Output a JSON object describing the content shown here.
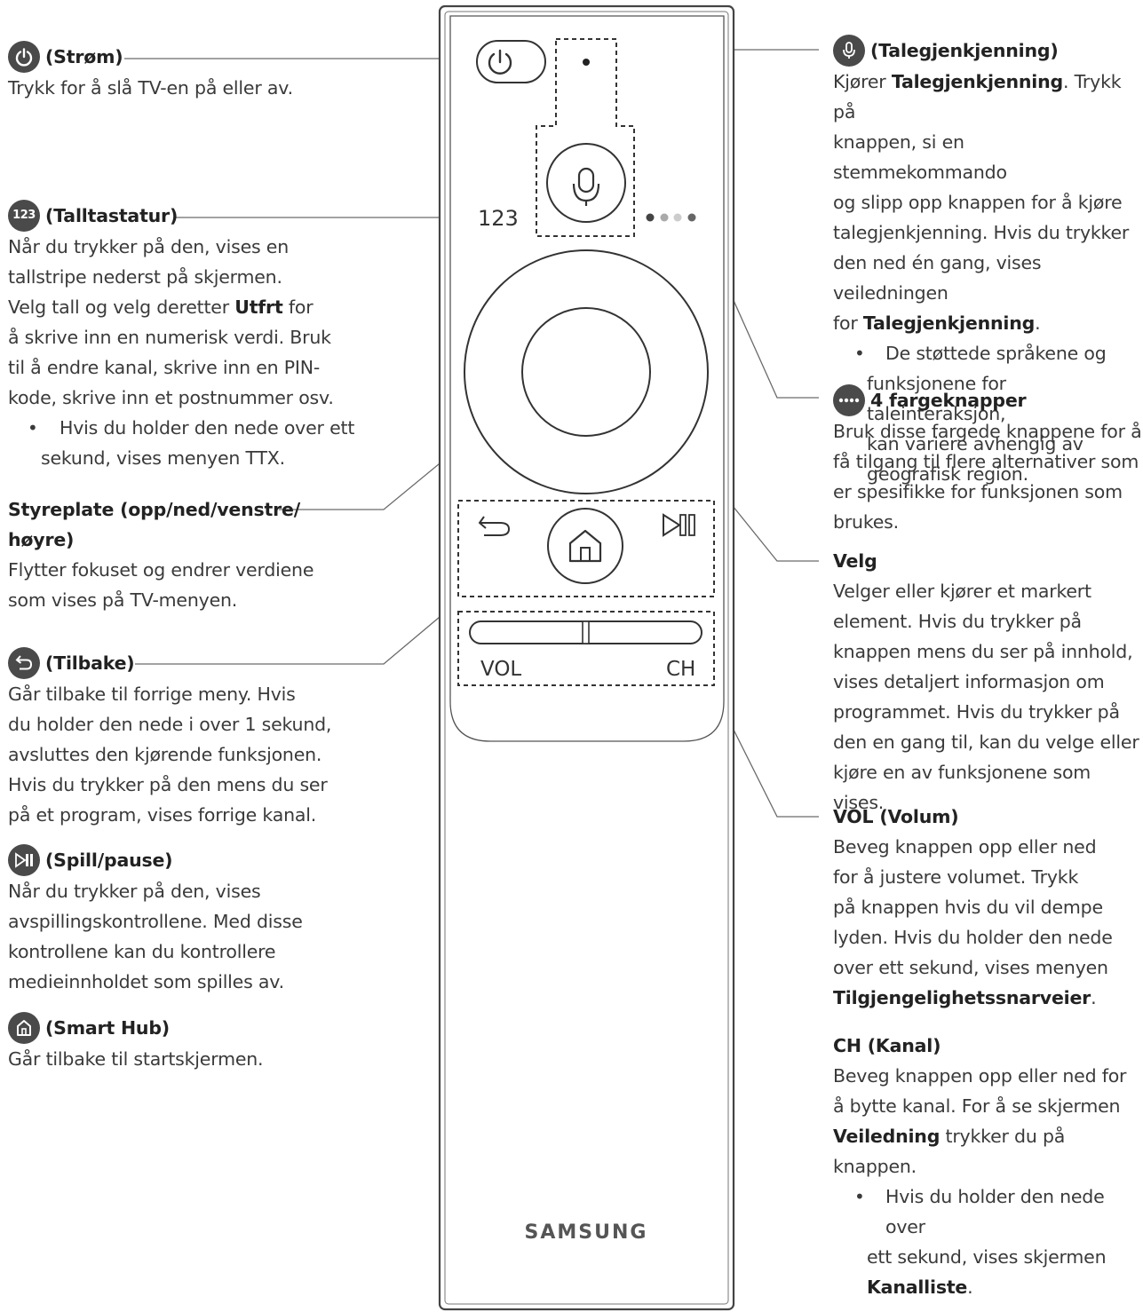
{
  "remote": {
    "brand": "SAMSUNG",
    "numpad_label": "123",
    "vol_label": "VOL",
    "ch_label": "CH"
  },
  "left": {
    "power": {
      "title": "(Strøm)",
      "desc": "Trykk for å slå TV-en på eller av.",
      "icon": "power-icon"
    },
    "numpad": {
      "icon": "123",
      "title": "(Talltastatur)",
      "desc_lines": [
        "Når du trykker på den, vises en",
        "tallstripe nederst på skjermen."
      ],
      "line3_pre": "Velg tall og velg deretter ",
      "line3_bold": "Utfrt",
      "line3_post": " for",
      "desc_lines2": [
        "å skrive inn en numerisk verdi. Bruk",
        "til å endre kanal, skrive inn en PIN-",
        "kode, skrive inn et postnummer osv."
      ],
      "bullet": [
        "Hvis du holder den nede over ett",
        "sekund, vises menyen TTX."
      ]
    },
    "touchpad": {
      "title_lines": [
        "Styreplate (opp/ned/venstre/",
        "høyre)"
      ],
      "desc_lines": [
        "Flytter fokuset og endrer verdiene",
        "som vises på TV-menyen."
      ]
    },
    "back": {
      "title": "(Tilbake)",
      "icon": "back-icon",
      "desc_lines": [
        "Går tilbake til forrige meny. Hvis",
        "du holder den nede i over 1 sekund,",
        "avsluttes den kjørende funksjonen.",
        "Hvis du trykker på den mens du ser",
        "på et program, vises forrige kanal."
      ]
    },
    "playpause": {
      "title": "(Spill/pause)",
      "icon": "play-pause-icon",
      "desc_lines": [
        "Når du trykker på den, vises",
        "avspillingskontrollene. Med disse",
        "kontrollene kan du kontrollere",
        "medieinnholdet som spilles av."
      ]
    },
    "smarthub": {
      "title": "(Smart Hub)",
      "icon": "home-icon",
      "desc": "Går tilbake til startskjermen."
    }
  },
  "right": {
    "voice": {
      "title": "(Talegjenkjenning)",
      "icon": "microphone-icon",
      "l1_pre": "Kjører ",
      "l1_bold": "Talegjenkjenning",
      "l1_post": ". Trykk på",
      "lines": [
        "knappen, si en stemmekommando",
        "og slipp opp knappen for å kjøre",
        "talegjenkjenning. Hvis du trykker",
        "den ned én gang, vises veiledningen"
      ],
      "l6_pre": "for ",
      "l6_bold": "Talegjenkjenning",
      "l6_post": ".",
      "bullet": [
        "De støttede språkene og",
        "funksjonene for taleinteraksjon,",
        "kan variere avhengig av",
        "geografisk region."
      ]
    },
    "colors": {
      "title": "4 fargeknapper",
      "icon": "color-buttons-icon",
      "lines": [
        "Bruk disse fargede knappene for å",
        "få tilgang til flere alternativer som",
        "er spesifikke for funksjonen som",
        "brukes."
      ]
    },
    "select": {
      "title": "Velg",
      "lines": [
        "Velger eller kjører et markert",
        "element. Hvis du trykker på",
        "knappen mens du ser på innhold,",
        "vises detaljert informasjon om",
        "programmet. Hvis du trykker på",
        "den en gang til, kan du velge eller",
        "kjøre en av funksjonene som vises."
      ]
    },
    "vol": {
      "title": "VOL (Volum)",
      "lines": [
        "Beveg knappen opp eller ned",
        "for å justere volumet. Trykk",
        "på knappen hvis du vil dempe",
        "lyden. Hvis du holder den nede",
        "over ett sekund, vises menyen"
      ],
      "bold_line": "Tilgjengelighetssnarveier",
      "bold_post": "."
    },
    "ch": {
      "title": "CH (Kanal)",
      "lines": [
        "Beveg knappen opp eller ned for",
        "å bytte kanal. For å se skjermen"
      ],
      "l3_bold": "Veiledning",
      "l3_post": " trykker du på knappen.",
      "bullet": [
        "Hvis du holder den nede over",
        "ett sekund, vises skjermen"
      ],
      "bullet_bold": "Kanalliste",
      "bullet_post": "."
    }
  }
}
